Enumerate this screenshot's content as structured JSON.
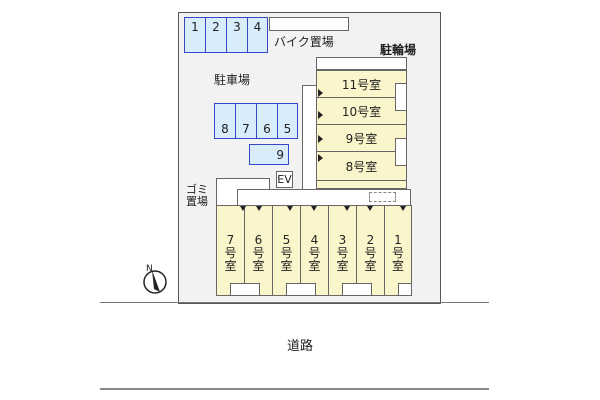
{
  "labels": {
    "parking": "駐車場",
    "bike_parking": "バイク置場",
    "bicycle_parking": "駐輪場",
    "garbage_line1": "ゴミ",
    "garbage_line2": "置場",
    "ev": "EV",
    "road": "道路",
    "north": "N"
  },
  "parking_top": [
    "1",
    "2",
    "3",
    "4"
  ],
  "parking_mid": [
    "8",
    "7",
    "6",
    "5"
  ],
  "parking_single": "9",
  "rooms_right": [
    "11号室",
    "10号室",
    "9号室",
    "8号室"
  ],
  "rooms_bottom": [
    {
      "num": "7",
      "a": "号",
      "b": "室"
    },
    {
      "num": "6",
      "a": "号",
      "b": "室"
    },
    {
      "num": "5",
      "a": "号",
      "b": "室"
    },
    {
      "num": "4",
      "a": "号",
      "b": "室"
    },
    {
      "num": "3",
      "a": "号",
      "b": "室"
    },
    {
      "num": "2",
      "a": "号",
      "b": "室"
    },
    {
      "num": "1",
      "a": "号",
      "b": "室"
    }
  ],
  "colors": {
    "room_fill": "#fbf5cc",
    "parking_fill": "#d9ecfb",
    "parking_border": "#3548c8",
    "lot_fill": "#f2f2f2"
  }
}
